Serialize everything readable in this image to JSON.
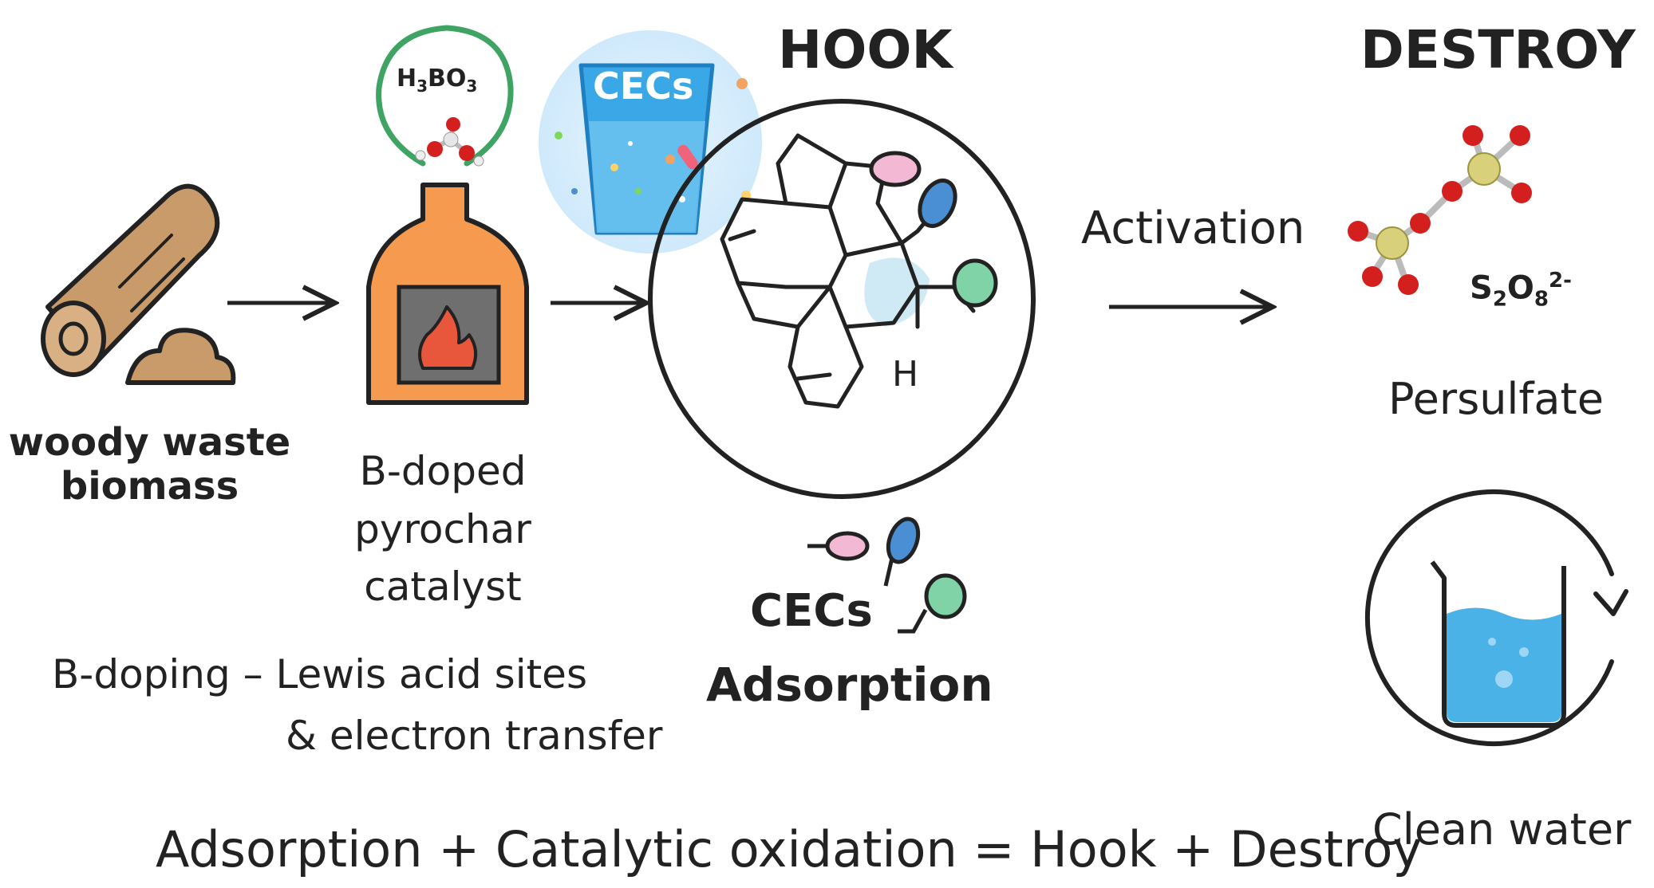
{
  "headings": {
    "hook": "HOOK",
    "destroy": "DESTROY"
  },
  "labels": {
    "woody_line1": "woody waste",
    "woody_line2": "biomass",
    "catalyst_line1": "B-doped",
    "catalyst_line2": "pyrochar",
    "catalyst_line3": "catalyst",
    "bdoping_line1": "B-doping – Lewis acid sites",
    "bdoping_line2": "& electron transfer",
    "cecs_cup": "CECs",
    "boric_acid": {
      "main": "H",
      "s1": "3",
      "mid": "BO",
      "s2": "3"
    },
    "cecs_molecules": "CECs",
    "adsorption": "Adsorption",
    "hydrogen": "H",
    "activation": "Activation",
    "persulfate_formula": {
      "s": "S",
      "s1": "2",
      "o": "O",
      "s2": "8",
      "charge": "2-"
    },
    "persulfate": "Persulfate",
    "clean_water": "Clean water",
    "equation": "Adsorption + Catalytic oxidation = Hook + Destroy"
  },
  "colors": {
    "wood": "#C99A6A",
    "wood_dark": "#A97E4E",
    "furnace": "#F59A4E",
    "flame": "#E8573B",
    "green_ring": "#3FA363",
    "cup_blue": "#3AA8E6",
    "pink": "#F3B8D3",
    "blue_lobe": "#4A8ED4",
    "green_lobe": "#7FD3A6",
    "oxygen": "#D41F1F",
    "sulfur": "#D8D07A",
    "water": "#4BB2E8"
  },
  "icons": [
    "wood-log-icon",
    "sawdust-icon",
    "furnace-icon",
    "flame-icon",
    "boric-acid-molecule-icon",
    "cecs-cup-icon",
    "adsorption-circle-icon",
    "persulfate-molecule-icon",
    "beaker-icon",
    "cycle-arrow-icon"
  ]
}
